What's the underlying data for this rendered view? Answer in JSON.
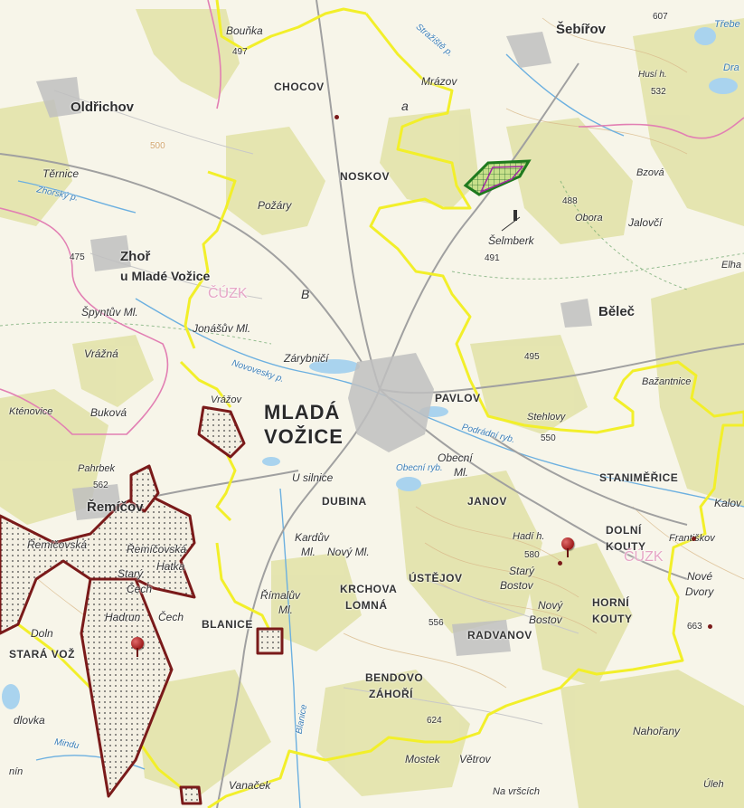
{
  "map": {
    "labels": {
      "town_1a": "MLADÁ",
      "town_1b": "VOŽICE",
      "oldrichov": "Oldřichov",
      "sebirov": "Šebířov",
      "zhor_1": "Zhoř",
      "zhor_2": "u Mladé Vožice",
      "belec": "Běleč",
      "remicov": "Řemíčov",
      "chocov": "CHOCOV",
      "noskov": "NOSKOV",
      "pavlov": "PAVLOV",
      "dubina": "DUBINA",
      "janov": "JANOV",
      "staniemerice": "STANIMĚŘICE",
      "dolni_kouty_1": "DOLNÍ",
      "dolni_kouty_2": "KOUTY",
      "horni_kouty_1": "HORNÍ",
      "horni_kouty_2": "KOUTY",
      "ustejov": "ÚSTĚJOV",
      "krchova_1": "KRCHOVA",
      "krchova_2": "LOMNÁ",
      "radvanov": "RADVANOV",
      "blanice": "BLANICE",
      "bendovo_1": "BENDOVO",
      "bendovo_2": "ZÁHOŘÍ",
      "stara_vozice": "STARÁ VOŽ",
      "bounka": "Bouňka",
      "mrazov": "Mrázov",
      "pozary": "Požáry",
      "ternice": "Těrnice",
      "spyntuv": "Špyntův Ml.",
      "vrazna": "Vrážná",
      "jonasuv": "Jonášův Ml.",
      "zarybnici": "Zárybničí",
      "ktenovice": "Kténovice",
      "bukova": "Buková",
      "vrazov": "Vrážov",
      "pahrbek": "Pahrbek",
      "remicovska": "Řemíčovská",
      "remicovska2": "Řemíčovská",
      "hatka": "Hatka",
      "stary": "Starý",
      "cech": "Čech",
      "hadrun": "Hadrun",
      "cech2": "Čech",
      "dolni": "Doln",
      "kardav": "Kardův",
      "ml_kard": "Ml.",
      "novy_ml": "Nový Ml.",
      "rimaluv": "Římalův",
      "ml_rim": "Ml.",
      "u_silnice": "U silnice",
      "obecni": "Obecní",
      "ml_obec": "Ml.",
      "hadi": "Hadí h.",
      "stary_bostov": "Starý",
      "bostov": "Bostov",
      "novy_bostov": "Nový",
      "bostov2": "Bostov",
      "stehlovy": "Stehlovy",
      "bazantnice": "Bažantnice",
      "selmberk": "Šelmberk",
      "obora": "Obora",
      "jalovci": "Jalovčí",
      "bzova": "Bzová",
      "elhar": "Elha",
      "husi": "Husí h.",
      "frankov": "Františkov",
      "nove_dvory_1": "Nové",
      "nove_dvory_2": "Dvory",
      "kalov": "Kalov",
      "nahorany": "Nahořany",
      "uleh": "Úleh",
      "mostek": "Mostek",
      "vetrov": "Větrov",
      "na_vrsich": "Na vršcích",
      "vanacek": "Vanaček",
      "dlovka": "dlovka",
      "nin": "nín",
      "ptrebe": "Třebe",
      "dra": "Dra",
      "e497": "497",
      "e475": "475",
      "e488": "488",
      "e491": "491",
      "e495": "495",
      "e550": "550",
      "e562": "562",
      "e580": "580",
      "e556": "556",
      "e624": "624",
      "e663": "663",
      "e532": "532",
      "e607": "607",
      "e500": "500",
      "letter_a": "a",
      "letter_b": "B",
      "cuzk": "ČÚZK",
      "cuzk2": "ČÚZK",
      "zhor_p": "Zhořský p.",
      "novov_p": "Novovesky p.",
      "podr_p": "Podrádní ryb.",
      "obec_ryb": "Obecní ryb.",
      "blan_r": "Blanice",
      "mind_p": "Mindu",
      "str_p": "Stražiště p."
    }
  }
}
